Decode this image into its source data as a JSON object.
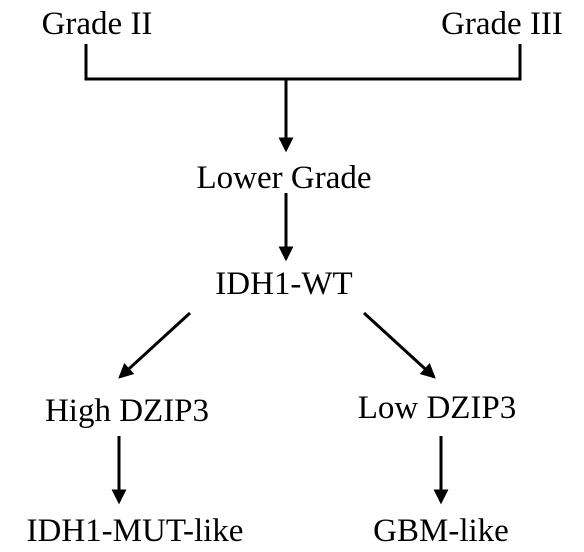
{
  "diagram": {
    "nodes": {
      "grade_ii": "Grade II",
      "grade_iii": "Grade III",
      "lower_grade": "Lower Grade",
      "idh1_wt": "IDH1-WT",
      "high_dzip3": "High DZIP3",
      "low_dzip3": "Low DZIP3",
      "idh1_mut_like": "IDH1-MUT-like",
      "gbm_like": "GBM-like"
    },
    "colors": {
      "stroke": "#000000",
      "text": "#000000",
      "background": "#ffffff"
    }
  }
}
